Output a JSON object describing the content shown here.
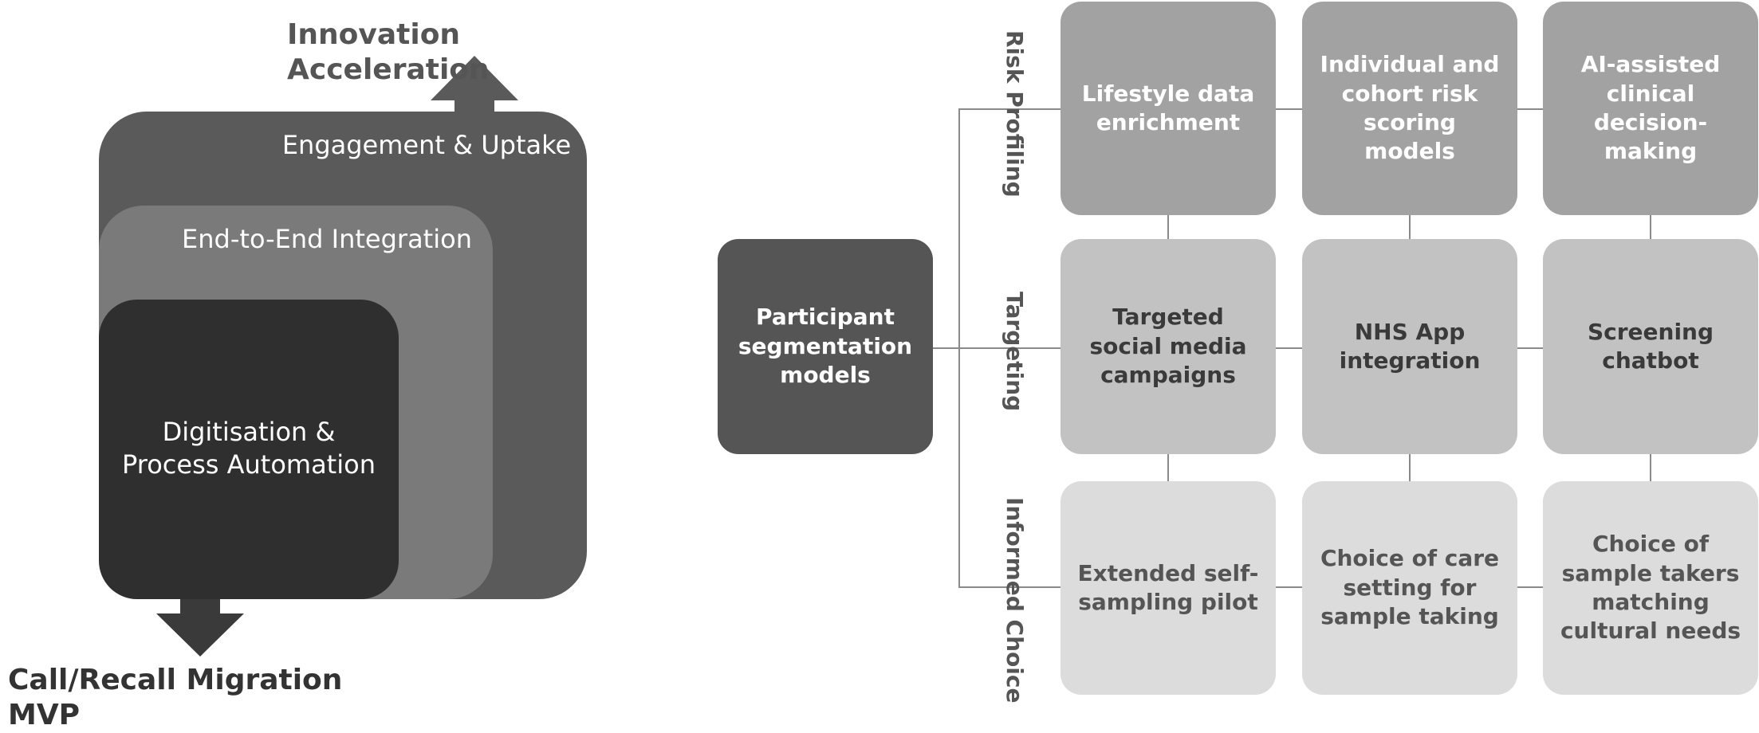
{
  "left": {
    "top_label": "Innovation Acceleration",
    "bottom_label": "Call/Recall Migration MVP",
    "layers": [
      {
        "label": "Engagement & Uptake",
        "color": "#5a5a5a"
      },
      {
        "label": "End-to-End Integration",
        "color": "#7a7a7a"
      },
      {
        "label": "Digitisation & Process Automation",
        "color": "#2f2f2f"
      }
    ],
    "arrow_color": "#3a3a3a"
  },
  "right": {
    "center": {
      "label": "Participant segmentation models",
      "color": "#555555"
    },
    "rows": [
      {
        "label": "Risk Profiling",
        "color": "#a2a2a2",
        "cells": [
          "Lifestyle data enrichment",
          "Individual and cohort risk scoring models",
          "AI-assisted clinical decision-making"
        ]
      },
      {
        "label": "Targeting",
        "color": "#c2c2c2",
        "cells": [
          "Targeted social media campaigns",
          "NHS App integration",
          "Screening chatbot"
        ]
      },
      {
        "label": "Informed Choice",
        "color": "#dcdcdc",
        "cells": [
          "Extended self-sampling pilot",
          "Choice of care setting for sample taking",
          "Choice of sample takers matching cultural needs"
        ]
      }
    ]
  }
}
